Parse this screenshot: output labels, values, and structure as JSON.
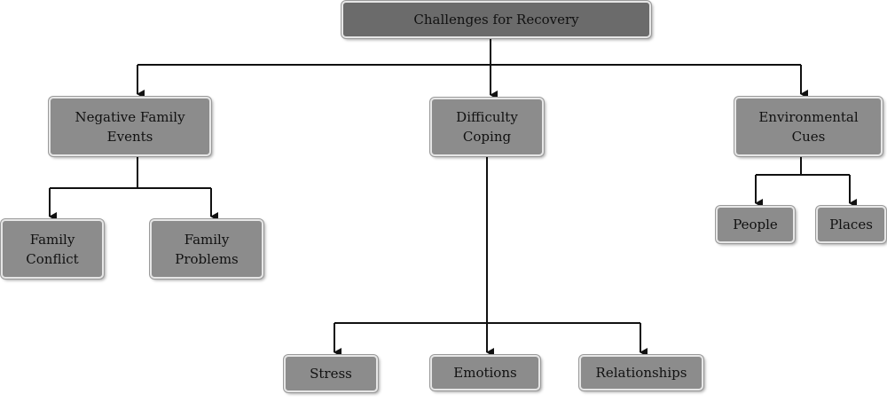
{
  "diagram": {
    "root": {
      "label": "Challenges for Recovery"
    },
    "branches": [
      {
        "label": "Negative Family\nEvents",
        "children": [
          "Family\nConflict",
          "Family\nProblems"
        ]
      },
      {
        "label": "Difficulty\nCoping",
        "children": [
          "Stress",
          "Emotions",
          "Relationships"
        ]
      },
      {
        "label": "Environmental\nCues",
        "children": [
          "People",
          "Places"
        ]
      }
    ]
  },
  "colors": {
    "root_fill": "#6b6b6b",
    "node_fill": "#8c8c8c",
    "node_border": "#e6e6e6",
    "connector": "#111111"
  }
}
